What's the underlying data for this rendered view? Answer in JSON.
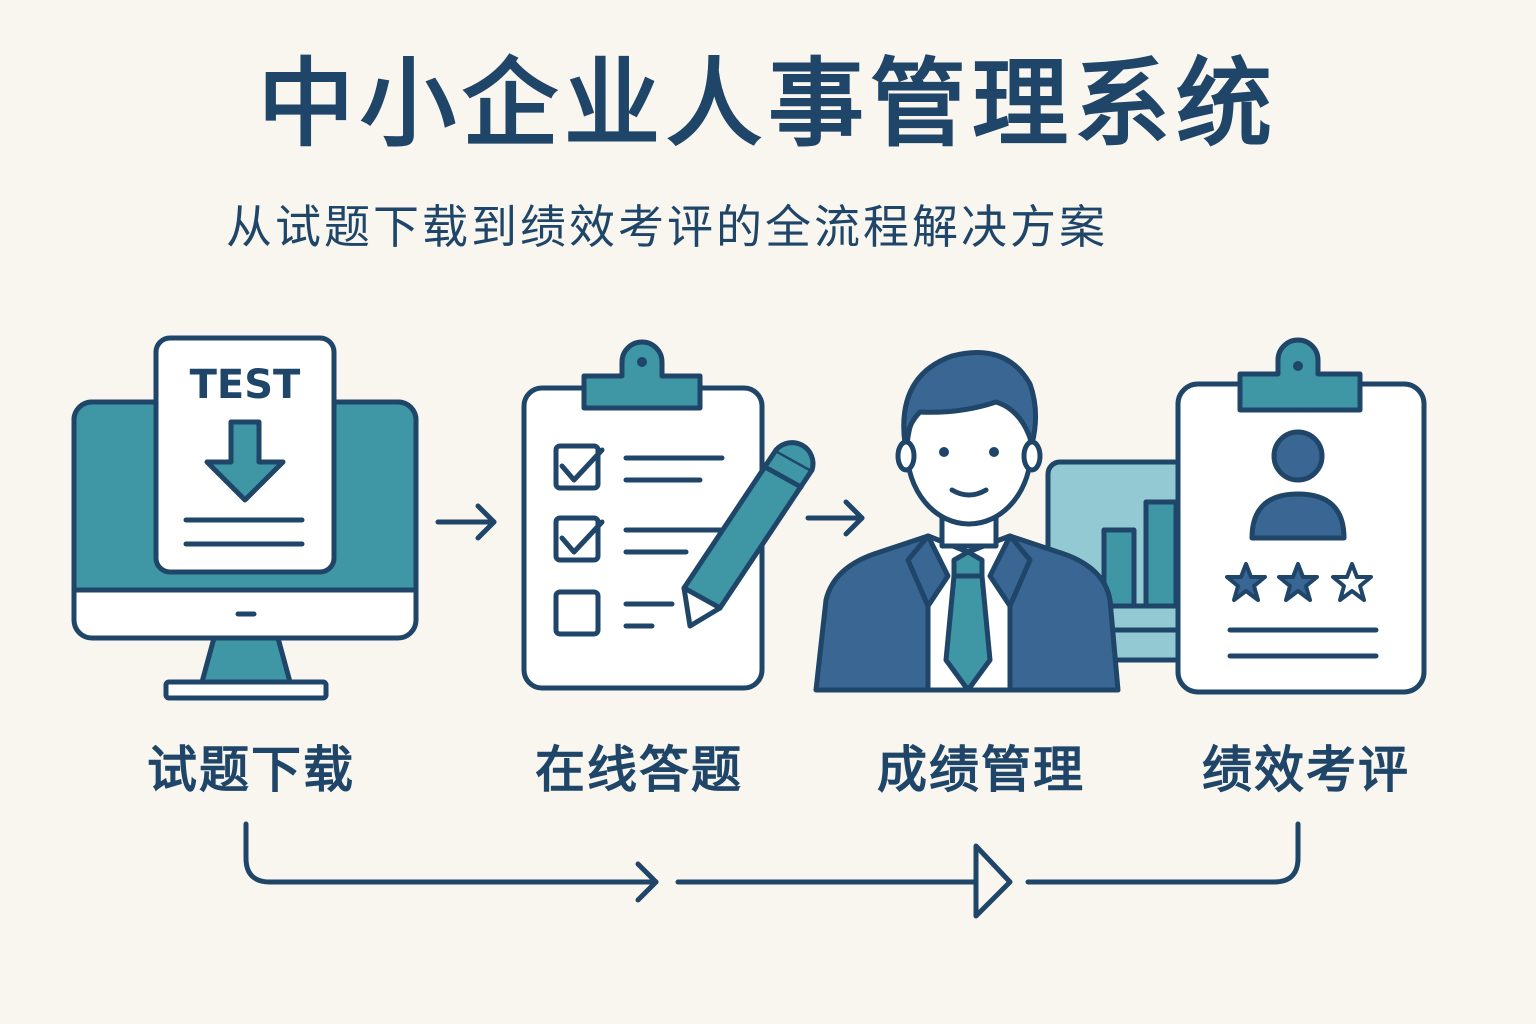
{
  "header": {
    "title": "中小企业人事管理系统",
    "subtitle": "从试题下载到绩效考评的全流程解决方案"
  },
  "icons": {
    "download": {
      "tag": "TEST"
    }
  },
  "steps": [
    {
      "label": "试题下载",
      "icon": "monitor-download-icon"
    },
    {
      "label": "在线答题",
      "icon": "clipboard-checklist-icon"
    },
    {
      "label": "成绩管理",
      "icon": "manager-chart-icon"
    },
    {
      "label": "绩效考评",
      "icon": "profile-rating-icon"
    }
  ],
  "colors": {
    "background": "#f8f6ef",
    "primary": "#1f4568",
    "accent": "#3f96a5",
    "accent_light": "#92c9d3",
    "suit": "#3a6694"
  }
}
